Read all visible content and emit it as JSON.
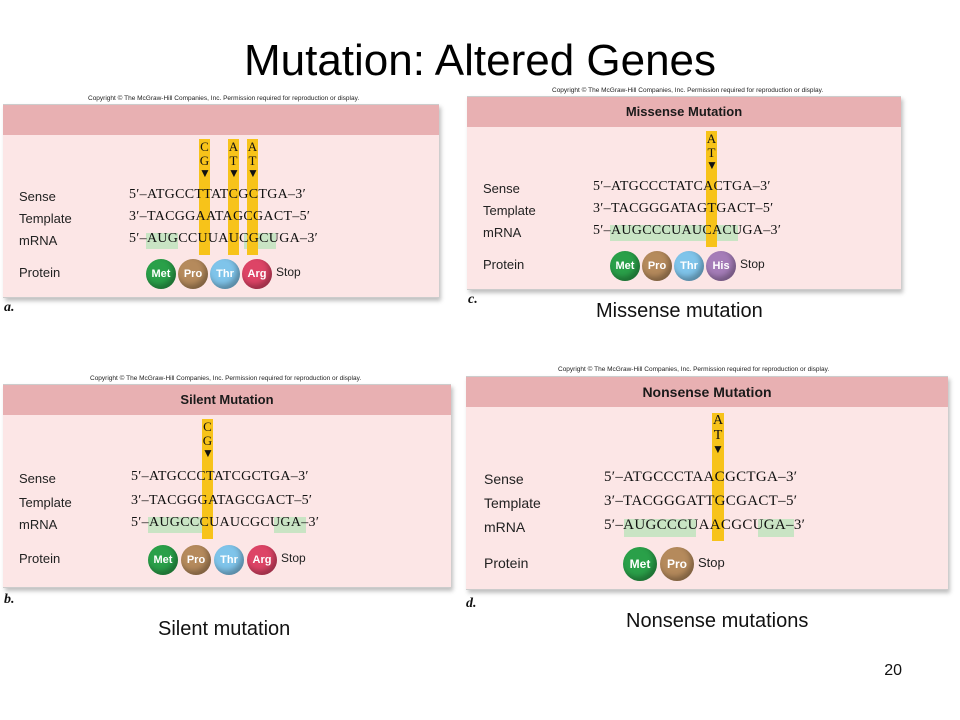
{
  "title": "Mutation: Altered Genes",
  "page_number": "20",
  "copyright": "Copyright © The McGraw-Hill Companies, Inc. Permission required for reproduction or display.",
  "labels": {
    "sense": "Sense",
    "template": "Template",
    "mrna": "mRNA",
    "protein": "Protein",
    "stop": "Stop"
  },
  "panels": {
    "a": {
      "letter": "a.",
      "heading": "",
      "sense": "5′–ATGCCTTATCGCTGA–3′",
      "template": "3′–TACGGAATAGCGACT–5′",
      "mrna": "5′–AUGCCUUAUCGCUGA–3′",
      "mutations": [
        {
          "top": "C",
          "bottom": "G"
        },
        {
          "top": "A",
          "bottom": "T"
        },
        {
          "top": "A",
          "bottom": "T"
        }
      ],
      "aminos": [
        "Met",
        "Pro",
        "Thr",
        "Arg"
      ]
    },
    "b": {
      "letter": "b.",
      "heading": "Silent Mutation",
      "caption": "Silent mutation",
      "sense": "5′–ATGCCCTATCGCTGA–3′",
      "template": "3′–TACGGGATAGCGACT–5′",
      "mrna": "5′–AUGCCCUAUCGCUGA–3′",
      "mutations": [
        {
          "top": "C",
          "bottom": "G"
        }
      ],
      "aminos": [
        "Met",
        "Pro",
        "Thr",
        "Arg"
      ]
    },
    "c": {
      "letter": "c.",
      "heading": "Missense Mutation",
      "caption": "Missense mutation",
      "sense": "5′–ATGCCCTATCACTGA–3′",
      "template": "3′–TACGGGATAGTGACT–5′",
      "mrna": "5′–AUGCCCUAUCACUGA–3′",
      "mutations": [
        {
          "top": "A",
          "bottom": "T"
        }
      ],
      "aminos": [
        "Met",
        "Pro",
        "Thr",
        "His"
      ]
    },
    "d": {
      "letter": "d.",
      "heading": "Nonsense Mutation",
      "caption": "Nonsense mutations",
      "sense": "5′–ATGCCCTAACGCTGA–3′",
      "template": "3′–TACGGGATTGCGACT–5′",
      "mrna": "5′–AUGCCCUAACGCUGA–3′",
      "mutations": [
        {
          "top": "A",
          "bottom": "T"
        }
      ],
      "aminos": [
        "Met",
        "Pro"
      ]
    }
  }
}
